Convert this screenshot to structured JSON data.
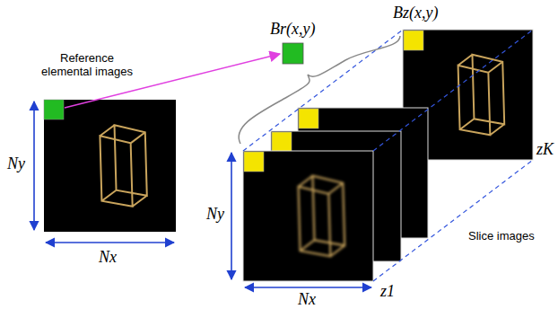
{
  "diagram": {
    "labels": [
      "Reference elemental images",
      "Br(x,y)",
      "Bz(x,y)",
      "Ny",
      "Nx",
      "Ny",
      "Nx",
      "z1",
      "zK",
      "Slice images"
    ]
  }
}
